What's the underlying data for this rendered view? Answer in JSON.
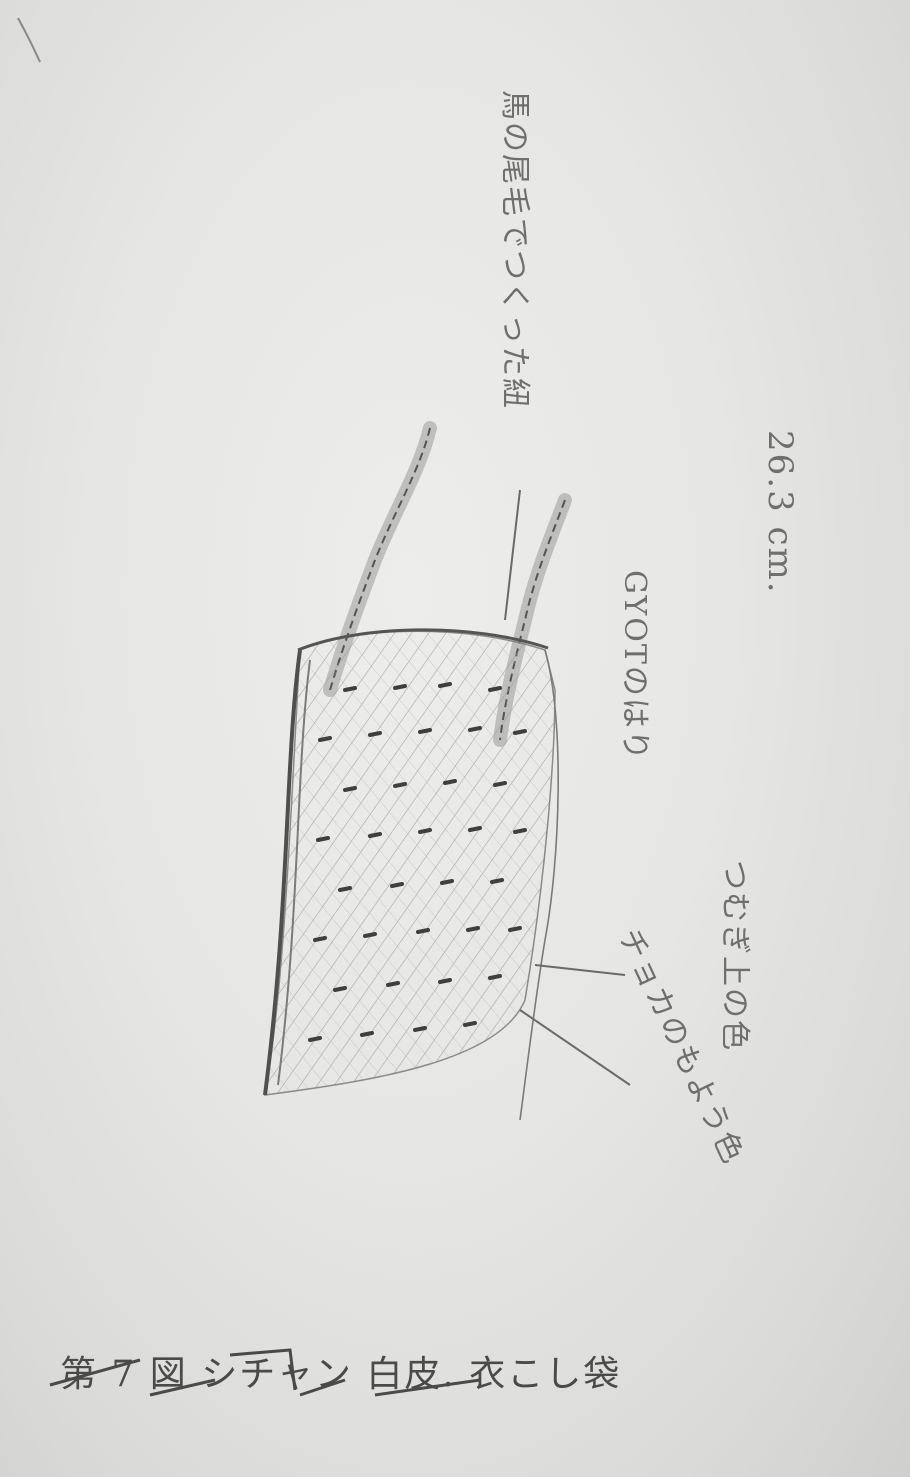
{
  "sketch": {
    "annotations": {
      "rope_label": "馬の尾毛でつくった紐",
      "material_label": "GYOTのはり",
      "size_label": "26.3 cm.",
      "weave_label": "つむぎ上の色",
      "bottom_label": "チョカのもよう色",
      "caption": "第 7 図  シチャン 白皮. 衣こし袋"
    },
    "colors": {
      "paper": "#e6e6e4",
      "pencil": "#6f6f6f"
    }
  }
}
